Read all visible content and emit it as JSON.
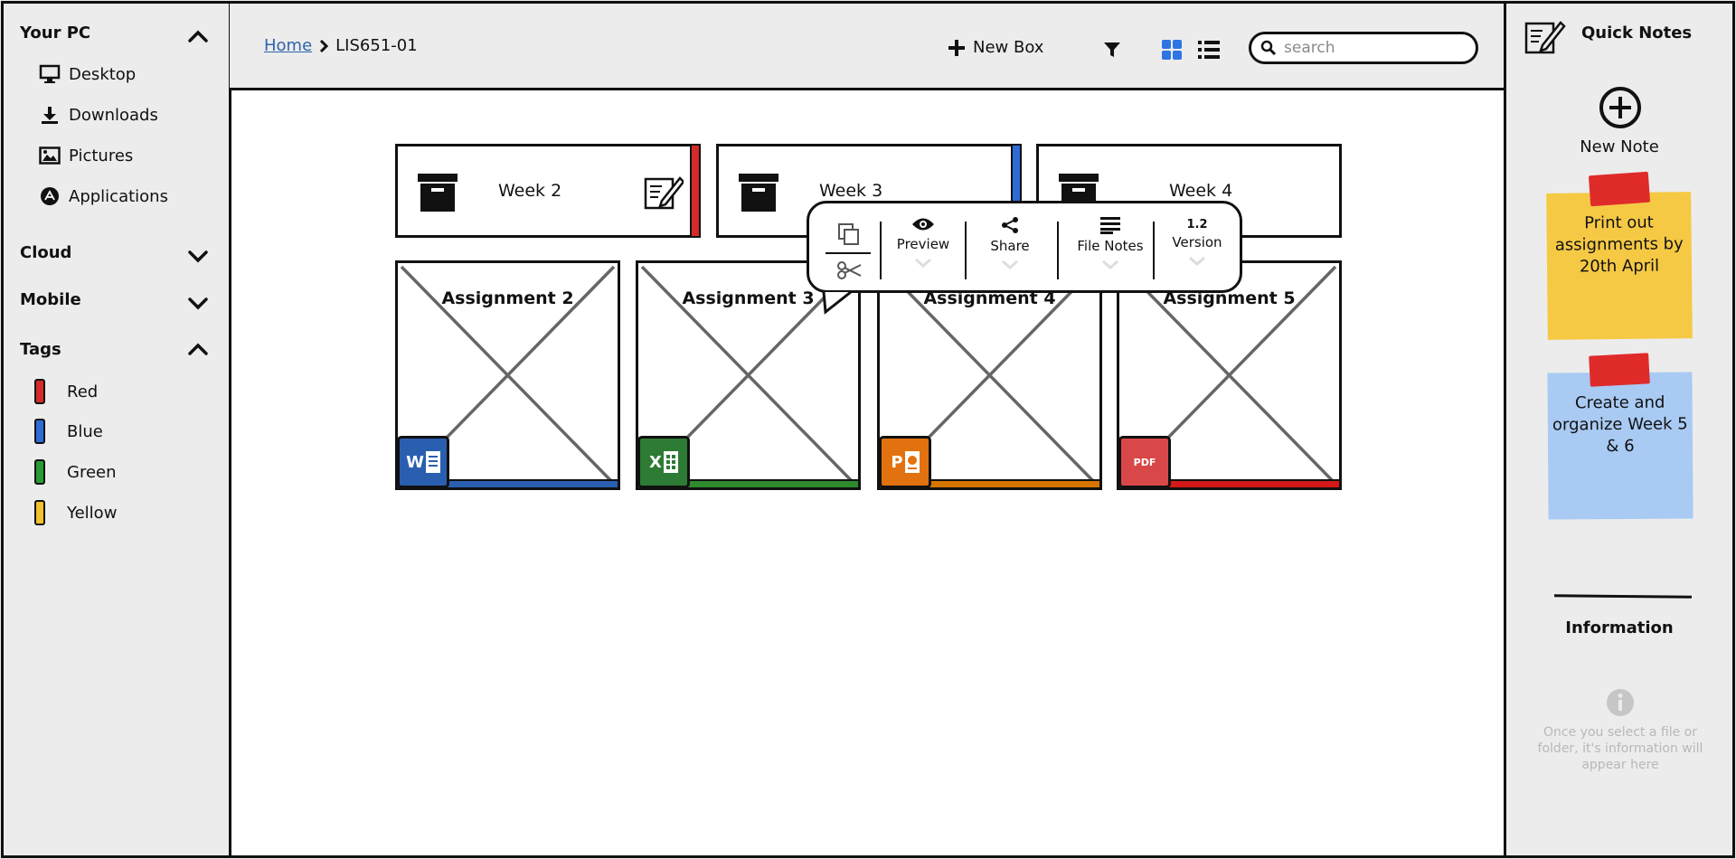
{
  "sidebar": {
    "your_pc": {
      "label": "Your PC",
      "items": [
        {
          "label": "Desktop",
          "icon": "monitor-icon"
        },
        {
          "label": "Downloads",
          "icon": "download-icon"
        },
        {
          "label": "Pictures",
          "icon": "image-icon"
        },
        {
          "label": "Applications",
          "icon": "app-store-icon"
        }
      ]
    },
    "cloud": {
      "label": "Cloud"
    },
    "mobile": {
      "label": "Mobile"
    },
    "tags": {
      "label": "Tags",
      "items": [
        {
          "label": "Red",
          "color": "#d42a2a"
        },
        {
          "label": "Blue",
          "color": "#2f6bd8"
        },
        {
          "label": "Green",
          "color": "#2a9a35"
        },
        {
          "label": "Yellow",
          "color": "#f2c12e"
        }
      ]
    }
  },
  "header": {
    "breadcrumb": {
      "home": "Home",
      "current": "LIS651-01"
    },
    "new_box": "New Box",
    "search_placeholder": "search",
    "icons": [
      "filter-icon",
      "grid-view-icon",
      "list-view-icon"
    ]
  },
  "weeks": [
    {
      "label": "Week 2",
      "tag_color": "#d42a2a"
    },
    {
      "label": "Week 3",
      "tag_color": "#2f6bd8"
    },
    {
      "label": "Week 4"
    }
  ],
  "assignments": [
    {
      "title": "Assignment 2",
      "file_type": "W",
      "badge_color": "#2a5fb0",
      "bar_color": "#2a5fb0"
    },
    {
      "title": "Assignment 3",
      "file_type": "X",
      "badge_color": "#2d7b34",
      "bar_color": "#2d8a2d"
    },
    {
      "title": "Assignment 4",
      "file_type": "P",
      "badge_color": "#e1720f",
      "bar_color": "#d67500"
    },
    {
      "title": "Assignment 5",
      "file_type": "PDF",
      "badge_color": "#d94848",
      "bar_color": "#d41818"
    }
  ],
  "context_toolbar": {
    "preview": "Preview",
    "share": "Share",
    "file_notes": "File Notes",
    "version": "Version",
    "version_icon": "1.2"
  },
  "quick_notes": {
    "title": "Quick Notes",
    "new_note": "New Note",
    "notes": [
      {
        "text": "Print out assignments by 20th April",
        "color": "#f6c945"
      },
      {
        "text": "Create and organize Week 5 & 6",
        "color": "#a9caf3"
      }
    ],
    "information": {
      "title": "Information",
      "hint": "Once you select a file or folder, it's information will appear here"
    }
  }
}
